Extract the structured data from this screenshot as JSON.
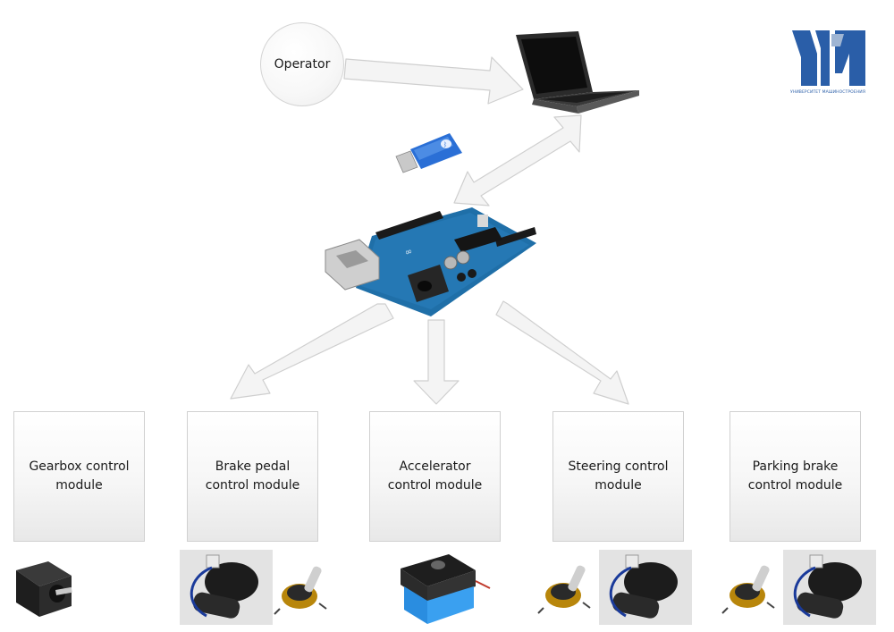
{
  "operator": {
    "label": "Operator"
  },
  "logo": {
    "letters": "ΥΙ",
    "caption": "УНИВЕРСИТЕТ МАШИНОСТРОЕНИЯ"
  },
  "modules": [
    {
      "label": "Gearbox control module"
    },
    {
      "label": "Brake pedal control module"
    },
    {
      "label": "Accelerator control module"
    },
    {
      "label": "Steering control module"
    },
    {
      "label": "Parking brake control module"
    }
  ],
  "colors": {
    "arrow_fill": "#f4f4f4",
    "arrow_stroke": "#cfcfcf",
    "board": "#1f6fa8",
    "usb_stick": "#2a6fd6",
    "logo": "#2a5ea8"
  },
  "icons": [
    "laptop",
    "bluetooth-usb-dongle",
    "arduino-board",
    "stepper-motor",
    "window-motor",
    "potentiometer",
    "servo-motor"
  ]
}
